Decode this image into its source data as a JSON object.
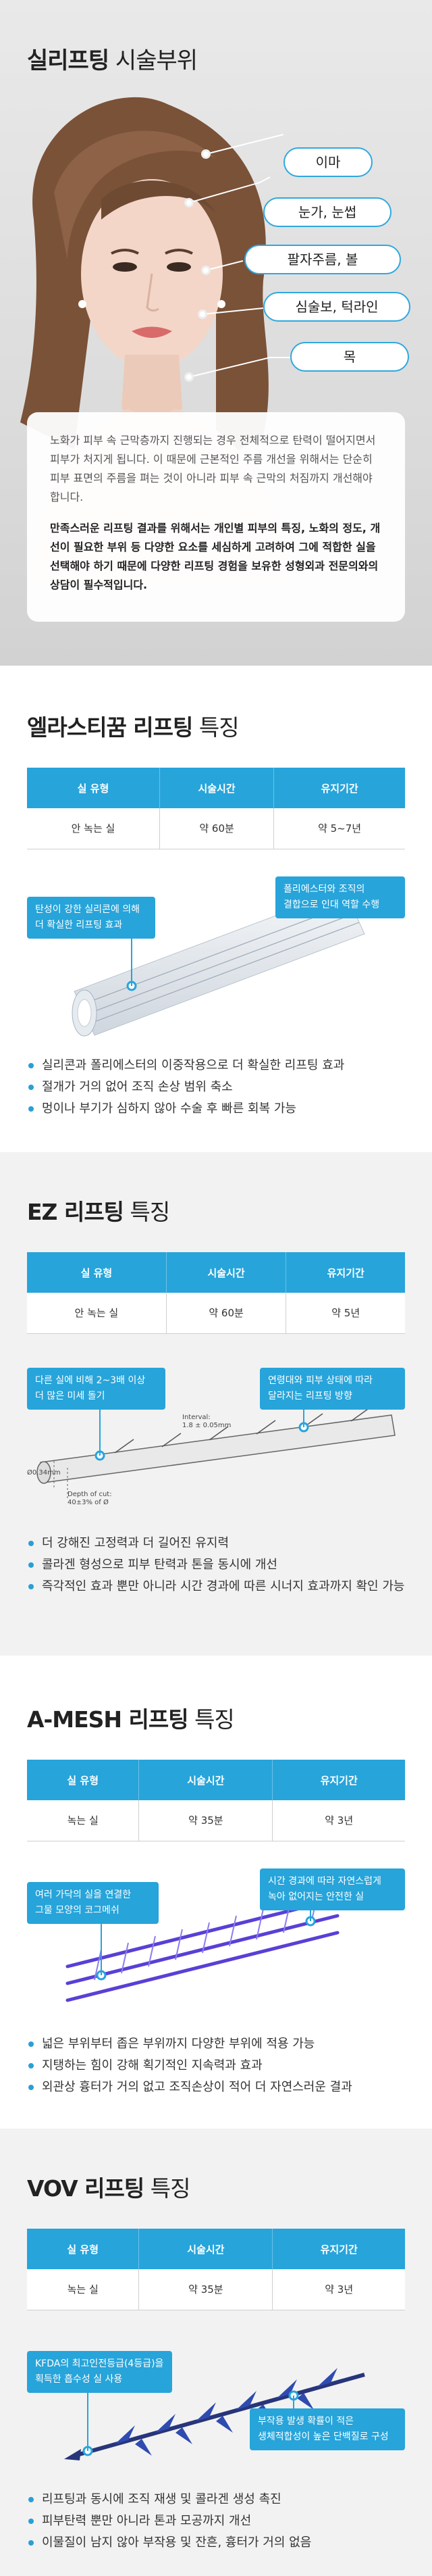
{
  "hero": {
    "title_bold": "실리프팅",
    "title_light": " 시술부위",
    "callouts": [
      "이마",
      "눈가, 눈썹",
      "팔자주름, 볼",
      "심술보, 턱라인",
      "목"
    ],
    "desc": "노화가 피부 속 근막층까지 진행되는 경우 전체적으로 탄력이 떨어지면서 피부가 처지게 됩니다. 이 때문에 근본적인 주름 개선을 위해서는 단순히 피부 표면의 주름을 펴는 것이 아니라 피부 속 근막의 처짐까지 개선해야 합니다.",
    "emphasis": "만족스러운 리프팅 결과를 위해서는 개인별 피부의 특징, 노화의 정도, 개선이 필요한 부위 등 다양한 요소를 세심하게 고려하여 그에 적합한 실을선택해야 하기 때문에 다양한 리프팅 경험을 보유한 성형외과 전문의와의 상담이 필수적입니다."
  },
  "table_headers": [
    "실 유형",
    "시술시간",
    "유지기간"
  ],
  "sections": [
    {
      "title_bold": "엘라스티꿈 리프팅",
      "title_light": " 특징",
      "row": [
        "안 녹는 실",
        "약 60분",
        "약 5~7년"
      ],
      "bubble_left": "탄성이 강한 실리콘에 의해\n더 확실한 리프팅 효과",
      "bubble_right": "폴리에스터와 조직의\n결합으로 인대 역할 수행",
      "features": [
        "실리콘과 폴리에스터의 이중작용으로 더 확실한 리프팅 효과",
        "절개가 거의 없어 조직 손상 범위 축소",
        "멍이나 부기가 심하지 않아 수술 후 빠른 회복 가능"
      ]
    },
    {
      "title_bold": "EZ 리프팅",
      "title_light": " 특징",
      "row": [
        "안 녹는 실",
        "약 60분",
        "약 5년"
      ],
      "bubble_left": "다른 실에 비해 2~3배 이상\n더 많은 미세 돌기",
      "bubble_right": "연령대와 피부 상태에 따라\n달라지는 리프팅 방향",
      "diagram_labels": {
        "interval": "Interval:",
        "interval_val": "1.8 ± 0.05mm",
        "diameter": "Ø0.34mm",
        "depth": "Depth of cut:",
        "depth_val": "40±3% of Ø"
      },
      "features": [
        "더 강해진 고정력과 더 길어진 유지력",
        "콜라겐 형성으로 피부 탄력과 톤을 동시에 개선",
        "즉각적인 효과 뿐만 아니라 시간 경과에 따른 시너지 효과까지 확인 가능"
      ]
    },
    {
      "title_bold": "A-MESH 리프팅",
      "title_light": " 특징",
      "row": [
        "녹는 실",
        "약 35분",
        "약 3년"
      ],
      "bubble_left": "여러 가닥의 실을 연결한\n그물 모양의 코그메쉬",
      "bubble_right": "시간 경과에 따라 자연스럽게\n녹아 없어지는 안전한 실",
      "features": [
        "넓은 부위부터 좁은 부위까지 다양한 부위에 적용 가능",
        "지탱하는 힘이 강해 획기적인 지속력과 효과",
        "외관상 흉터가 거의 없고 조직손상이 적어 더 자연스러운 결과"
      ]
    },
    {
      "title_bold": "VOV 리프팅",
      "title_light": " 특징",
      "row": [
        "녹는 실",
        "약 35분",
        "약 3년"
      ],
      "bubble_left": "KFDA의 최고인전등급(4등급)을\n획득한 흡수성 실 사용",
      "bubble_right": "부작용 발생 확률이 적은\n생체적합성이 높은 단백질로 구성",
      "features": [
        "리프팅과 동시에 조직 재생 및 콜라겐 생성 촉진",
        "피부탄력 뿐만 아니라 톤과 모공까지 개선",
        "이물질이 남지 않아 부작용 및 잔흔, 흉터가 거의 없음"
      ]
    }
  ],
  "colors": {
    "accent": "#27a4da",
    "gray_bg": "#f2f2f2"
  }
}
